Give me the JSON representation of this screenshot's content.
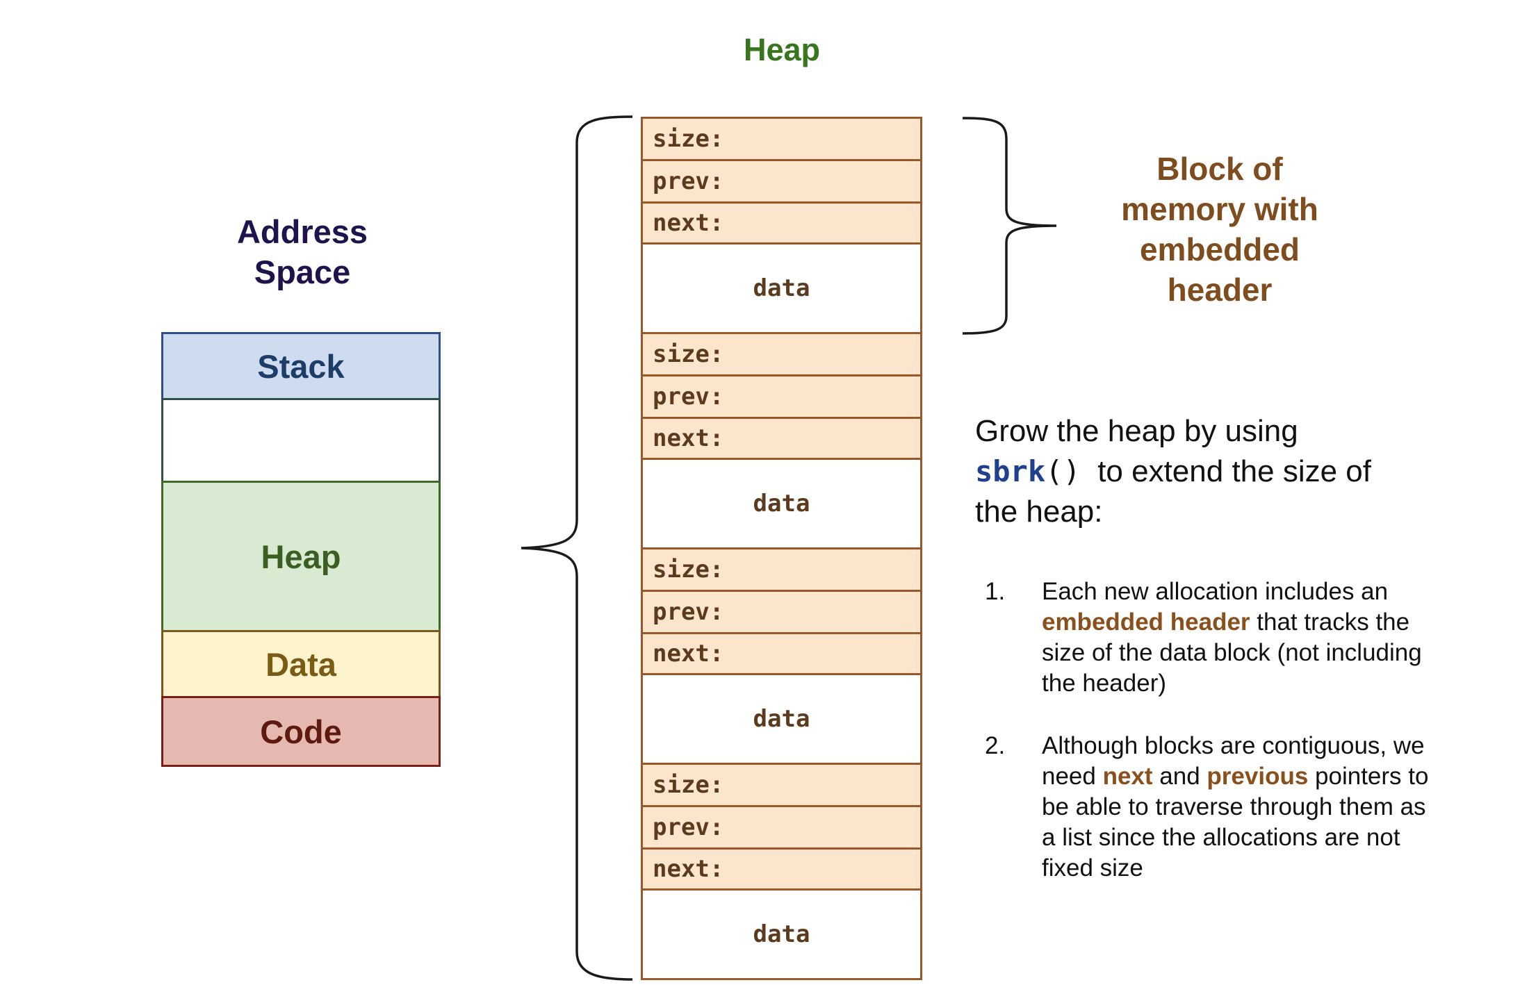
{
  "heap_title": "Heap",
  "address_space": {
    "title_line1": "Address",
    "title_line2": "Space",
    "segments": [
      {
        "label": "Stack",
        "fill": "#cfdcef",
        "border": "#2b4f86",
        "text": "#1c3d66"
      },
      {
        "label": "",
        "fill": "#ffffff",
        "border": "#2f4f4f",
        "text": "#000000"
      },
      {
        "label": "Heap",
        "fill": "#d9ead3",
        "border": "#3f6b2a",
        "text": "#3b5f23"
      },
      {
        "label": "Data",
        "fill": "#fdf3cc",
        "border": "#7a5a1c",
        "text": "#7a5a15"
      },
      {
        "label": "Code",
        "fill": "#e5b8b1",
        "border": "#7a1f14",
        "text": "#5e1a10"
      }
    ]
  },
  "heap_blocks": [
    {
      "size": "size:",
      "prev": "prev:",
      "next": "next:",
      "data": "data"
    },
    {
      "size": "size:",
      "prev": "prev:",
      "next": "next:",
      "data": "data"
    },
    {
      "size": "size:",
      "prev": "prev:",
      "next": "next:",
      "data": "data"
    },
    {
      "size": "size:",
      "prev": "prev:",
      "next": "next:",
      "data": "data"
    }
  ],
  "block_label": {
    "line1": "Block of",
    "line2": "memory with",
    "line3": "embedded",
    "line4": "header"
  },
  "grow": {
    "before": "Grow the heap by using",
    "fn": "sbrk",
    "parens": "()",
    "after": "to extend the size of",
    "end": "the heap:"
  },
  "list_items": [
    {
      "num": "1.",
      "t1": "Each new allocation includes an",
      "hl1": "embedded header",
      "t2": " that tracks the size of the data block (not including the header)"
    },
    {
      "num": "2.",
      "t1": "Although blocks are contiguous, we need ",
      "hl1": "next",
      "t2": " and ",
      "hl2": "previous",
      "t3": " pointers to be able to traverse through them as a list since the allocations are not fixed size"
    }
  ],
  "colors": {
    "header_fill": "#fce5cd",
    "block_border": "#99582a",
    "heap_title": "#38761d",
    "address_title": "#20124d",
    "highlight": "#8b4f1c",
    "code_blue": "#1f3f8f"
  }
}
